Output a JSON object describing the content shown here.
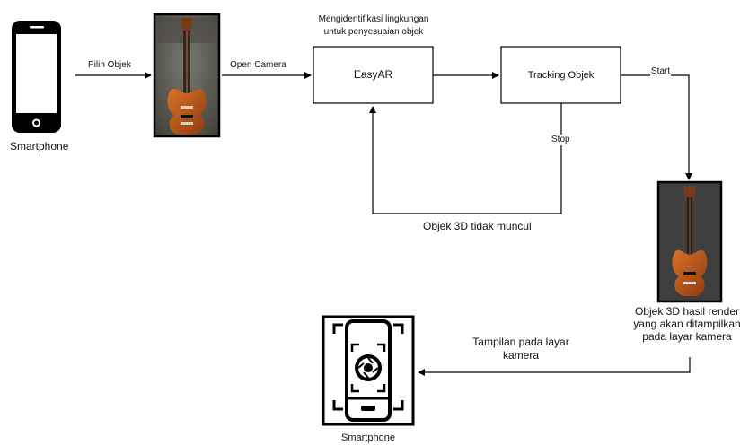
{
  "nodes": {
    "smartphone_left_label": "Smartphone",
    "easyar_label": "EasyAR",
    "tracking_label": "Tracking Objek",
    "note_identify": "Mengidentifikasi lingkungan\nuntuk penyesuaian objek",
    "render_caption": "Objek 3D hasil render\nyang akan ditampilkan\npada layar kamera",
    "smartphone_bottom_label": "Smartphone"
  },
  "edges": {
    "pilih_objek": "Pilih Objek",
    "open_camera": "Open Camera",
    "start": "Start",
    "stop": "Stop",
    "tidak_muncul": "Objek 3D tidak muncul",
    "tampilan": "Tampilan pada layar\nkamera"
  },
  "colors": {
    "line": "#000000",
    "guitar_body": "#b8561b",
    "photo_bg": "#5a5a52",
    "render_bg": "#3e3e3e"
  },
  "icons": {
    "phone_left": "smartphone-icon",
    "photo": "guitar-photo",
    "render": "guitar-3d-render",
    "camera_phone": "camera-aperture-phone-icon"
  }
}
